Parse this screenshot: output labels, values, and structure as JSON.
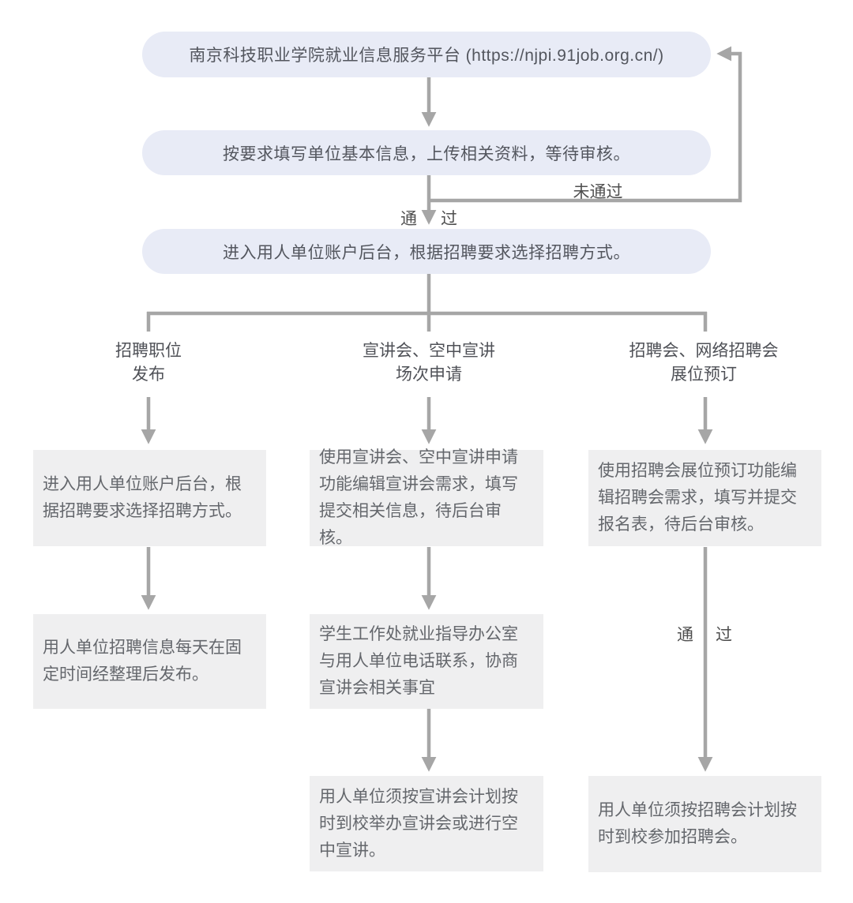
{
  "colors": {
    "pill_bg": "#e8ebf6",
    "box_bg": "#efeff0",
    "line": "#a6a6a6",
    "text": "#53565e"
  },
  "flow": {
    "platform": "南京科技职业学院就业信息服务平台 (https://njpi.91job.org.cn/)",
    "fill_info": "按要求填写单位基本信息，上传相关资料，等待审核。",
    "backend": "进入用人单位账户后台，根据招聘要求选择招聘方式。",
    "labels": {
      "fail": "未通过",
      "pass_left": "通",
      "pass_right": "过"
    }
  },
  "branches": {
    "job_posting": {
      "header_line1": "招聘职位",
      "header_line2": "发布",
      "step1": "进入用人单位账户后台，根据招聘要求选择招聘方式。",
      "step2": "用人单位招聘信息每天在固定时间经整理后发布。"
    },
    "info_session": {
      "header_line1": "宣讲会、空中宣讲",
      "header_line2": "场次申请",
      "step1": "使用宣讲会、空中宣讲申请功能编辑宣讲会需求，填写提交相关信息，待后台审核。",
      "step2": "学生工作处就业指导办公室与用人单位电话联系，协商宣讲会相关事宜",
      "step3": "用人单位须按宣讲会计划按时到校举办宣讲会或进行空中宣讲。"
    },
    "job_fair": {
      "header_line1": "招聘会、网络招聘会",
      "header_line2": "展位预订",
      "step1": "使用招聘会展位预订功能编辑招聘会需求，填写并提交报名表，待后台审核。",
      "pass_left": "通",
      "pass_right": "过",
      "step2": "用人单位须按招聘会计划按时到校参加招聘会。"
    }
  }
}
